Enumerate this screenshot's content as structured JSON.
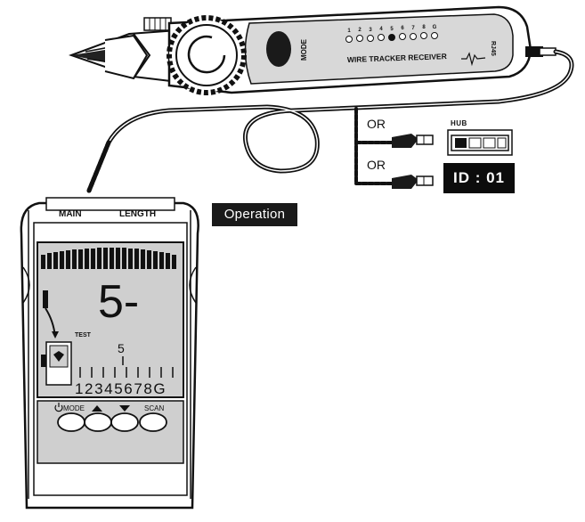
{
  "receiver": {
    "title": "WIRE TRACKER RECEIVER",
    "mode_label": "MODE",
    "port_label": "RJ45",
    "led_numbers": [
      "1",
      "2",
      "3",
      "4",
      "5",
      "6",
      "7",
      "8",
      "G"
    ]
  },
  "options": {
    "or_1": "OR",
    "or_2": "OR",
    "hub_label": "HUB",
    "id_label": "ID : 01"
  },
  "operation_label": "Operation",
  "tester": {
    "port_main": "MAIN",
    "port_length": "LENGTH",
    "display_main": "5-",
    "test_label": "TEST",
    "pin_indicator": "5",
    "pin_numbers": "12345678G",
    "buttons": [
      {
        "label": "MODE"
      },
      {
        "label": ""
      },
      {
        "label": ""
      },
      {
        "label": "SCAN"
      }
    ]
  }
}
